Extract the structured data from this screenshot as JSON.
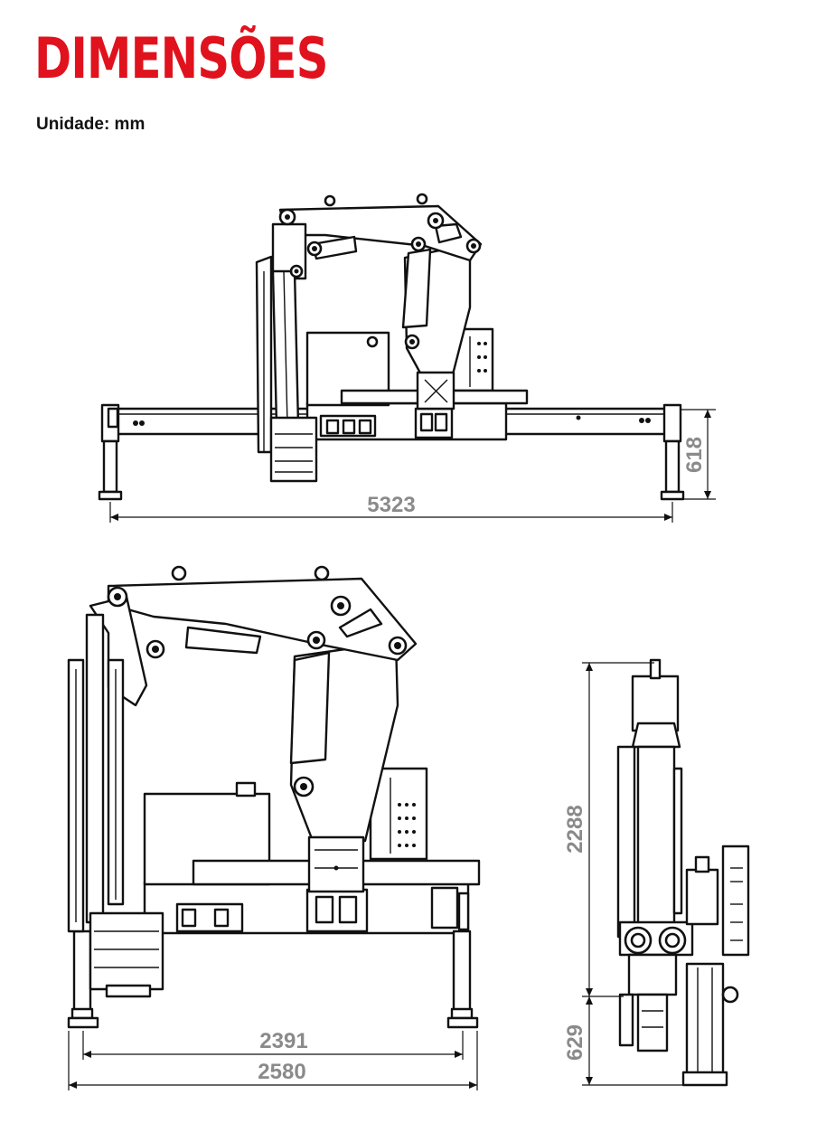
{
  "header": {
    "title": "DIMENSÕES",
    "unit_label": "Unidade: mm"
  },
  "colors": {
    "accent": "#e0121d",
    "dimension_text": "#8a8a8a",
    "line": "#111111"
  },
  "drawings": {
    "top_view": {
      "width_label": "5323",
      "height_label": "618"
    },
    "front_view": {
      "inner_width_label": "2391",
      "outer_width_label": "2580"
    },
    "side_view": {
      "upper_height_label": "2288",
      "lower_height_label": "629"
    }
  }
}
